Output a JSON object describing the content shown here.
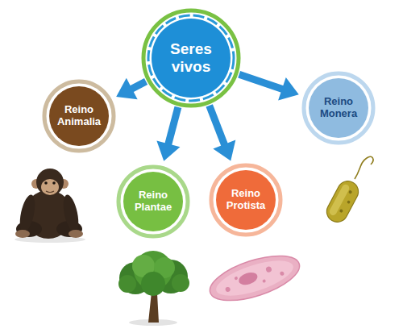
{
  "diagram": {
    "nodes": [
      {
        "text": [
          "Seres vivos"
        ]
      },
      {
        "text": [
          "Reino Animalia"
        ]
      },
      {
        "text": [
          "Reino Plantae"
        ]
      },
      {
        "text": [
          "Reino Protista"
        ]
      },
      {
        "text": [
          "Reino Monera"
        ]
      }
    ],
    "edges": [
      {
        "from": 0,
        "to": 1,
        "arrow": "to"
      },
      {
        "from": 0,
        "to": 2,
        "arrow": "to"
      },
      {
        "from": 0,
        "to": 3,
        "arrow": "to"
      },
      {
        "from": 0,
        "to": 4,
        "arrow": "to"
      }
    ]
  }
}
